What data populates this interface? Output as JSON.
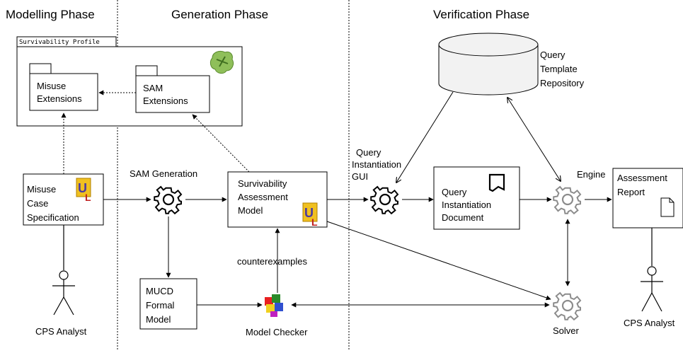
{
  "phases": {
    "modelling": "Modelling Phase",
    "generation": "Generation Phase",
    "verification": "Verification Phase"
  },
  "profile": {
    "tab": "Survivability Profile",
    "misuse_ext": [
      "Misuse",
      "Extensions"
    ],
    "sam_ext": [
      "SAM",
      "Extensions"
    ]
  },
  "nodes": {
    "misuse_spec": [
      "Misuse",
      "Case",
      "Specification"
    ],
    "sam_generation": "SAM Generation",
    "sam_model": [
      "Survivability",
      "Assessment",
      "Model"
    ],
    "mucd": [
      "MUCD",
      "Formal",
      "Model"
    ],
    "counterexamples": "counterexamples",
    "model_checker": "Model Checker",
    "query_repo": [
      "Query",
      "Template",
      "Repository"
    ],
    "query_gui": [
      "Query",
      "Instantiation",
      "GUI"
    ],
    "query_doc": [
      "Query",
      "Instantiation",
      "Document"
    ],
    "engine": "Engine",
    "solver": "Solver",
    "report": [
      "Assessment",
      "Report"
    ],
    "analyst_left": "CPS Analyst",
    "analyst_right": "CPS Analyst"
  },
  "colors": {
    "line": "#000000",
    "gear_grey": "#8c8c8c",
    "cylinder": "#f2f2f2"
  }
}
